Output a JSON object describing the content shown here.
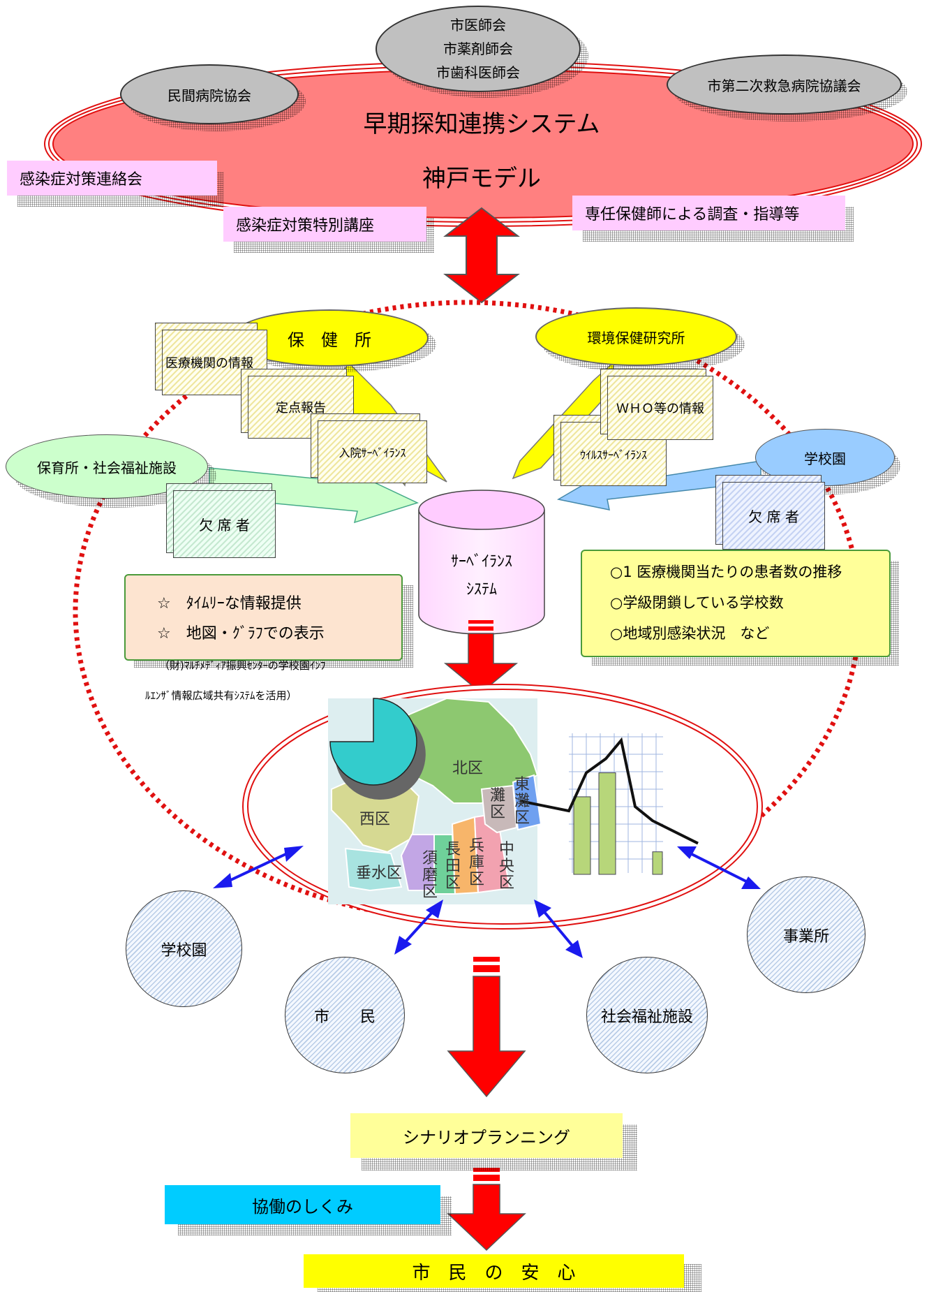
{
  "top_orgs": {
    "medical_line1": "市医師会",
    "medical_line2": "市薬剤師会",
    "medical_line3": "市歯科医師会",
    "private_hospitals": "民間病院協会",
    "emergency": "市第二次救急病院協議会"
  },
  "main_system": {
    "title_line1": "早期探知連携システム",
    "title_line2": "神戸モデル"
  },
  "side_labels": {
    "liaison": "感染症対策連絡会",
    "lecture": "感染症対策特別講座",
    "nurse": "専任保健師による調査・指導等"
  },
  "sources": {
    "health_center": "保　健　所",
    "env_institute": "環境保健研究所",
    "nursery": "保育所・社会福祉施設",
    "school_top": "学校園"
  },
  "notes": {
    "medical_info": "医療機関の情報",
    "sentinel": "定点報告",
    "inpatient": "入院ｻｰﾍﾞｲﾗﾝｽ",
    "who": "ＷＨＯ等の情報",
    "virus": "ｳｲﾙｽｻｰﾍﾞｲﾗﾝｽ",
    "absent_left": "欠 席 者",
    "absent_right": "欠 席 者"
  },
  "surveillance": {
    "line1": "ｻｰﾍﾞｲﾗﾝｽ",
    "line2": "ｼｽﾃﾑ"
  },
  "scroll_left": {
    "item1": "☆　ﾀｲﾑﾘｰな情報提供",
    "item2": "☆　地図・ｸﾞﾗﾌでの表示",
    "footnote1": "（財)ﾏﾙﾁﾒﾃﾞｨｱ振興ｾﾝﾀｰの学校園ｲﾝﾌ",
    "footnote2": "ﾙｴﾝｻﾞ情報広域共有ｼｽﾃﾑを活用）"
  },
  "scroll_right": {
    "item1": "○1 医療機関当たりの患者数の推移",
    "item2": "○学級閉鎖している学校数",
    "item3": "○地域別感染状況　など"
  },
  "map_wards": {
    "kita": "北区",
    "nishi": "西区",
    "tarumi": "垂水区",
    "suma": "須磨区",
    "nagata": "長田区",
    "hyogo": "兵庫区",
    "chuo": "中央区",
    "nada": "灘区",
    "higashinada": "東灘区"
  },
  "mini_chart": {
    "bars": [
      0.55,
      0.72,
      0.16
    ],
    "line": [
      0.52,
      0.45,
      0.72,
      0.82,
      0.95,
      0.48,
      0.38,
      0.22
    ]
  },
  "recipients": {
    "school": "学校園",
    "citizen": "市　　民",
    "welfare": "社会福祉施設",
    "business": "事業所"
  },
  "bottom": {
    "scenario": "シナリオプランニング",
    "collab": "協働のしくみ",
    "relief": "市　民　の　安　心"
  },
  "colors": {
    "system_fill": "#ff8080",
    "arrow_red": "#ff0000",
    "dotted_red": "#e01010",
    "yellow": "#ffff00",
    "pink": "#ffccff",
    "cyan": "#00ccff",
    "blue_arrow": "#1a1aee"
  }
}
